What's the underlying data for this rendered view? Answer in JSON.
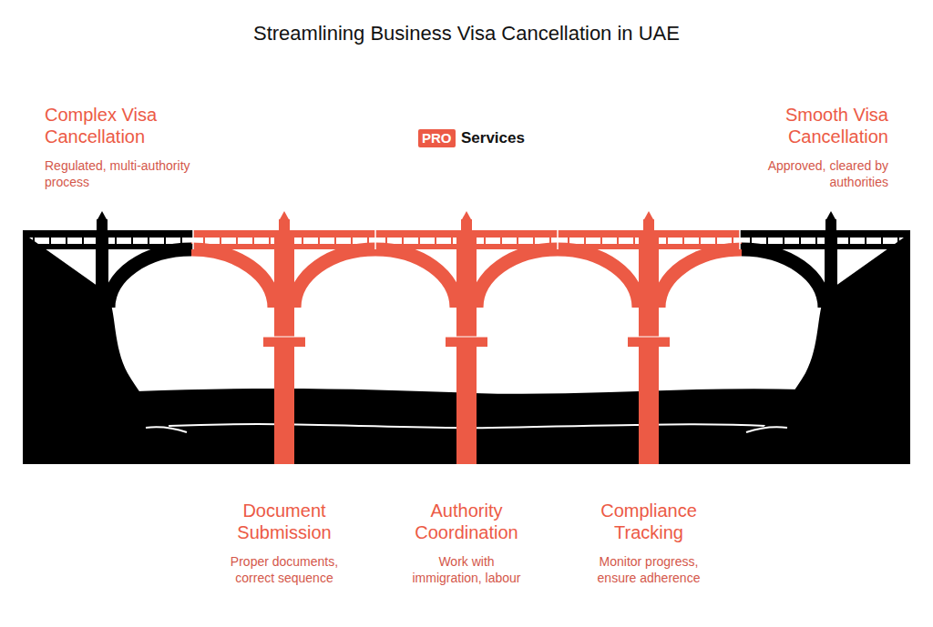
{
  "diagram": {
    "title": "Streamlining Business Visa Cancellation in UAE",
    "nodes": [
      {
        "text": [
          "Complex Visa Cancellation",
          "Regulated, multi-authority process"
        ]
      },
      {
        "text": [
          "Smooth Visa Cancellation",
          "Approved, cleared by authorities"
        ]
      },
      {
        "text": [
          "Document Submission",
          "Proper documents, correct sequence"
        ]
      },
      {
        "text": [
          "Authority Coordination",
          "Work with immigration, labour"
        ]
      },
      {
        "text": [
          "Compliance Tracking",
          "Monitor progress, ensure adherence"
        ]
      }
    ],
    "labels": [
      "PRO",
      "Services"
    ]
  }
}
